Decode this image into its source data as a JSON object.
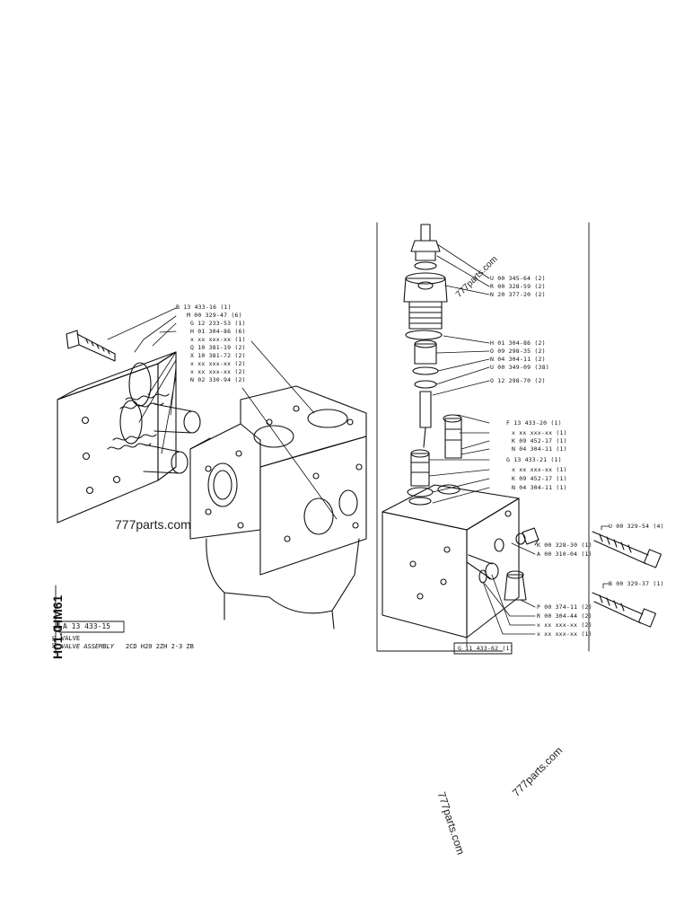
{
  "left_callouts": [
    "B 13 433-16 (1)",
    "M 00 329-47 (6)",
    "G 12 233-53 (1)",
    "H 01 304-86 (6)",
    "x xx xxx-xx (1)",
    "Q 10 381-19 (2)",
    "X 10 381-72 (2)",
    "x xx xxx-xx (2)",
    "x xx xxx-xx (2)",
    "N 02 330-94 (2)"
  ],
  "right_callouts_top": [
    "U 00 345-64 (2)",
    "R 00 328-59 (2)",
    "N 20 377-20 (2)",
    "H 01 304-86 (2)",
    "O 09 298-35 (2)",
    "N 04 304-11 (2)",
    "U 00 349-09 (38)",
    "O 12 298-70 (2)"
  ],
  "right_callouts_mid": [
    "F 13 433-20 (1)",
    "x xx xxx-xx (1)",
    "K 09 452-17 (1)",
    "N 04 304-11 (1)",
    "G 13 433-21 (1)",
    "x xx xxx-xx (1)",
    "K 09 452-17 (1)",
    "N 04 304-11 (1)"
  ],
  "right_callouts_block": [
    "K 00 328-30 (1)",
    "A 00 310-04 (1)"
  ],
  "right_callouts_bottom": [
    "P 00 374-11 (2)",
    "R 00 304-44 (2)",
    "x xx xxx-xx (2)",
    "x xx xxx-xx (1)"
  ],
  "far_right_callouts": [
    "U 00 329-54 (4)",
    "B 00 329-37 (1)"
  ],
  "bottom_box_label": "G 11 433-62 (1)",
  "title_block": {
    "code_vertical_1": "HM61",
    "code_vertical_2": "H01.0",
    "date_vertical": "10-85",
    "part_number": "A 13 433-15",
    "title": "VALVE",
    "subtitle": "VALVE ASSEMBLY",
    "spec": "2CD  H20  2ZH  2-3  ZB"
  },
  "watermarks": [
    "777parts.com",
    "777parts.com",
    "777parts.com",
    "777parts.com"
  ]
}
